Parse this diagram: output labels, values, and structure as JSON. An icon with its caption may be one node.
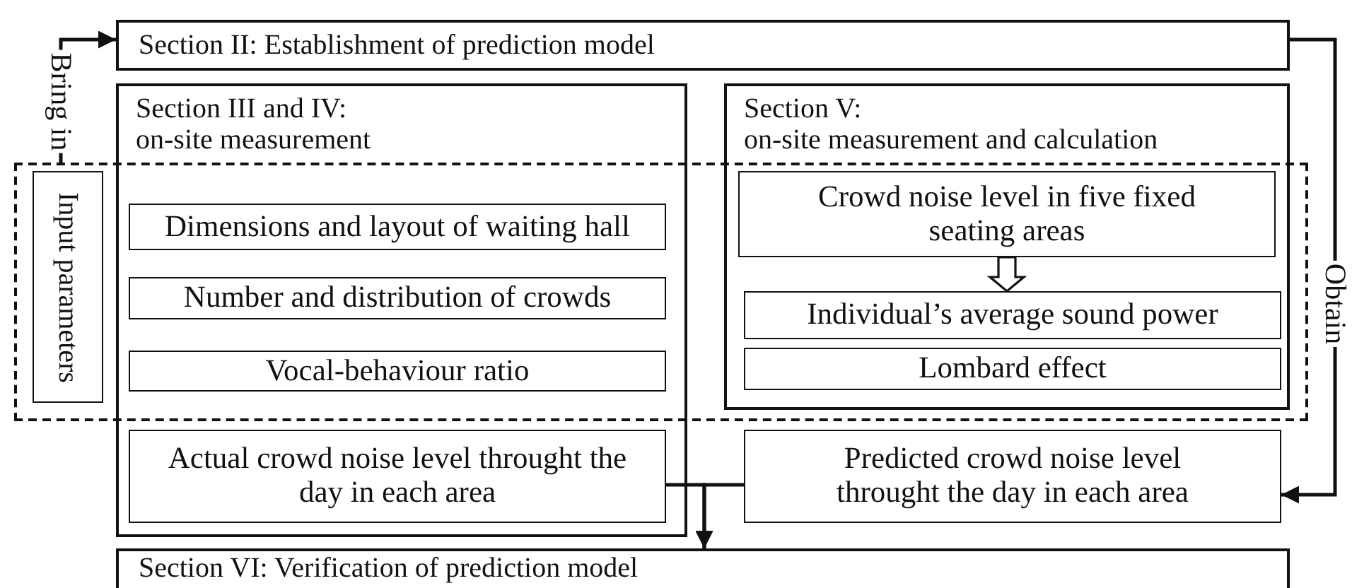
{
  "diagram": {
    "nodes": [
      {
        "text": [
          "Section II: Establishment of prediction model"
        ]
      },
      {
        "text": [
          "Section III and IV:",
          "on-site measurement"
        ]
      },
      {
        "text": [
          "Section V:",
          "on-site measurement and calculation"
        ]
      },
      {
        "text": [],
        "shape": "box"
      },
      {
        "text": [
          "Input parameters"
        ],
        "in": 3
      },
      {
        "text": [
          "Dimensions and layout of waiting hall"
        ]
      },
      {
        "text": [
          "Number and distribution of crowds"
        ]
      },
      {
        "text": [
          "Vocal-behaviour ratio"
        ]
      },
      {
        "text": [
          "Crowd noise level in five fixed seating areas"
        ]
      },
      {
        "text": [
          "Individual’s average sound power"
        ]
      },
      {
        "text": [
          "Lombard effect"
        ]
      },
      {
        "text": [
          "Actual crowd noise level throught the day in each area"
        ],
        "in": 1
      },
      {
        "text": [
          "Predicted crowd noise level throught the day in each area"
        ]
      },
      {
        "text": [
          "Section VI: Verification of prediction model"
        ]
      }
    ],
    "edges": [
      {
        "from": 3,
        "to": 0,
        "arrow": "to",
        "label": "Bring in"
      },
      {
        "from": 0,
        "to": 12,
        "arrow": "to",
        "label": "Obtain"
      },
      {
        "from": 8,
        "to": 9,
        "arrow": "to"
      },
      {
        "from": 11,
        "to": 13,
        "arrow": "to"
      },
      {
        "from": 12,
        "to": 13,
        "arrow": "to"
      }
    ]
  }
}
